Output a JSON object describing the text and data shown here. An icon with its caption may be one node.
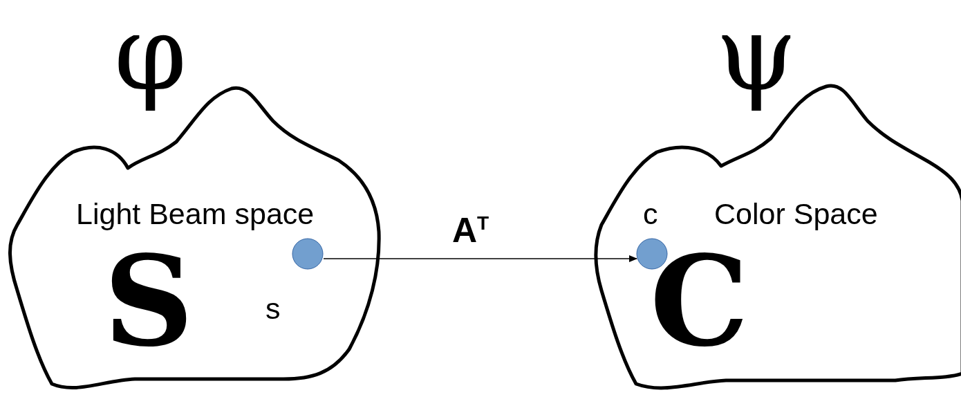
{
  "diagram": {
    "nodes": [
      {
        "text": [
          "φ",
          "Light Beam space",
          "S"
        ]
      },
      {
        "text": [],
        "shape": "circle",
        "in": 0,
        "beside": [
          "s"
        ]
      },
      {
        "text": [
          "ψ",
          "Color Space",
          "C"
        ]
      },
      {
        "text": [],
        "shape": "circle",
        "in": 2,
        "beside": [
          "c"
        ]
      }
    ],
    "edges": [
      {
        "from": 1,
        "to": 3,
        "arrow": "to",
        "label": "A$^{T}$"
      }
    ]
  }
}
